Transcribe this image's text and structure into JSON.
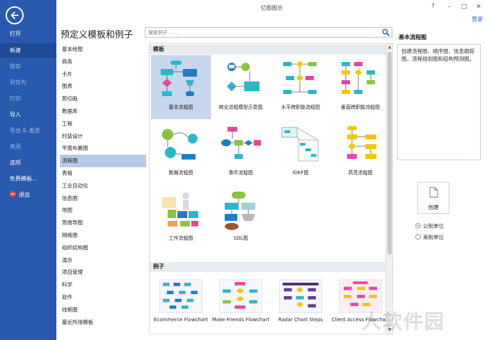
{
  "window": {
    "title": "亿图图示",
    "help": "?",
    "login": "登录"
  },
  "nav": {
    "items": [
      {
        "label": "打开",
        "state": "normal"
      },
      {
        "label": "新建",
        "state": "active"
      },
      {
        "label": "保存",
        "state": "disabled"
      },
      {
        "label": "另存为",
        "state": "disabled"
      },
      {
        "label": "打印",
        "state": "disabled"
      },
      {
        "label": "导入",
        "state": "normal"
      },
      {
        "label": "导出 & 发送",
        "state": "disabled"
      },
      {
        "label": "关闭",
        "state": "disabled"
      },
      {
        "label": "选项",
        "state": "normal"
      },
      {
        "label": "免费模板...",
        "state": "normal"
      },
      {
        "label": "退出",
        "state": "normal"
      }
    ]
  },
  "header": {
    "title": "预定义模板和例子",
    "search_placeholder": "搜索例子 . . ."
  },
  "categories": [
    "基本绘图",
    "商务",
    "卡片",
    "图表",
    "剪切画",
    "数据库",
    "工程",
    "时装设计",
    "平面布置图",
    "流程图",
    "表格",
    "工业自动化",
    "信息图",
    "地图",
    "思维导图",
    "网络图",
    "组织结构图",
    "演示",
    "项目管理",
    "科学",
    "软件",
    "线框图",
    "最近所用模板"
  ],
  "selected_category": "流程图",
  "gallery": {
    "templates_header": "模板",
    "templates": [
      {
        "label": "基本流程图",
        "icon": "basic-flowchart-thumb",
        "selected": true
      },
      {
        "label": "商业流程模型示意图",
        "icon": "bpmn-thumb"
      },
      {
        "label": "水平跨职能流程图",
        "icon": "horizontal-crossfunction-thumb"
      },
      {
        "label": "垂直跨职能流程图",
        "icon": "vertical-crossfunction-thumb"
      },
      {
        "label": "数据流程图",
        "icon": "dataflow-thumb"
      },
      {
        "label": "事件流程图",
        "icon": "event-flow-thumb"
      },
      {
        "label": "IDEF图",
        "icon": "idef-thumb"
      },
      {
        "label": "高亮流程图",
        "icon": "highlight-flow-thumb"
      },
      {
        "label": "工作流程图",
        "icon": "workflow-thumb"
      },
      {
        "label": "SDL图",
        "icon": "sdl-thumb"
      }
    ],
    "examples_header": "例子",
    "examples": [
      {
        "label": "Ecommerce Flowchart"
      },
      {
        "label": "Make Friends Flowchart"
      },
      {
        "label": "Radar Chart Steps"
      },
      {
        "label": "Client Access Flowchart"
      }
    ]
  },
  "detail": {
    "title": "基本流程图",
    "description": "创建流程图、顺序图、信息跟踪图、流程规划图和结构预测图。",
    "create_label": "创建",
    "units": [
      {
        "label": "公制单位",
        "checked": true
      },
      {
        "label": "美制单位",
        "checked": false
      }
    ]
  },
  "watermark": "人软件园",
  "colors": {
    "nav_bg": "#2a5aad",
    "nav_active": "#1f4b96",
    "selection": "#b6c9e6",
    "accent_teal": "#2bb7c9",
    "accent_pink": "#e8479a",
    "accent_yellow": "#f6c600"
  }
}
